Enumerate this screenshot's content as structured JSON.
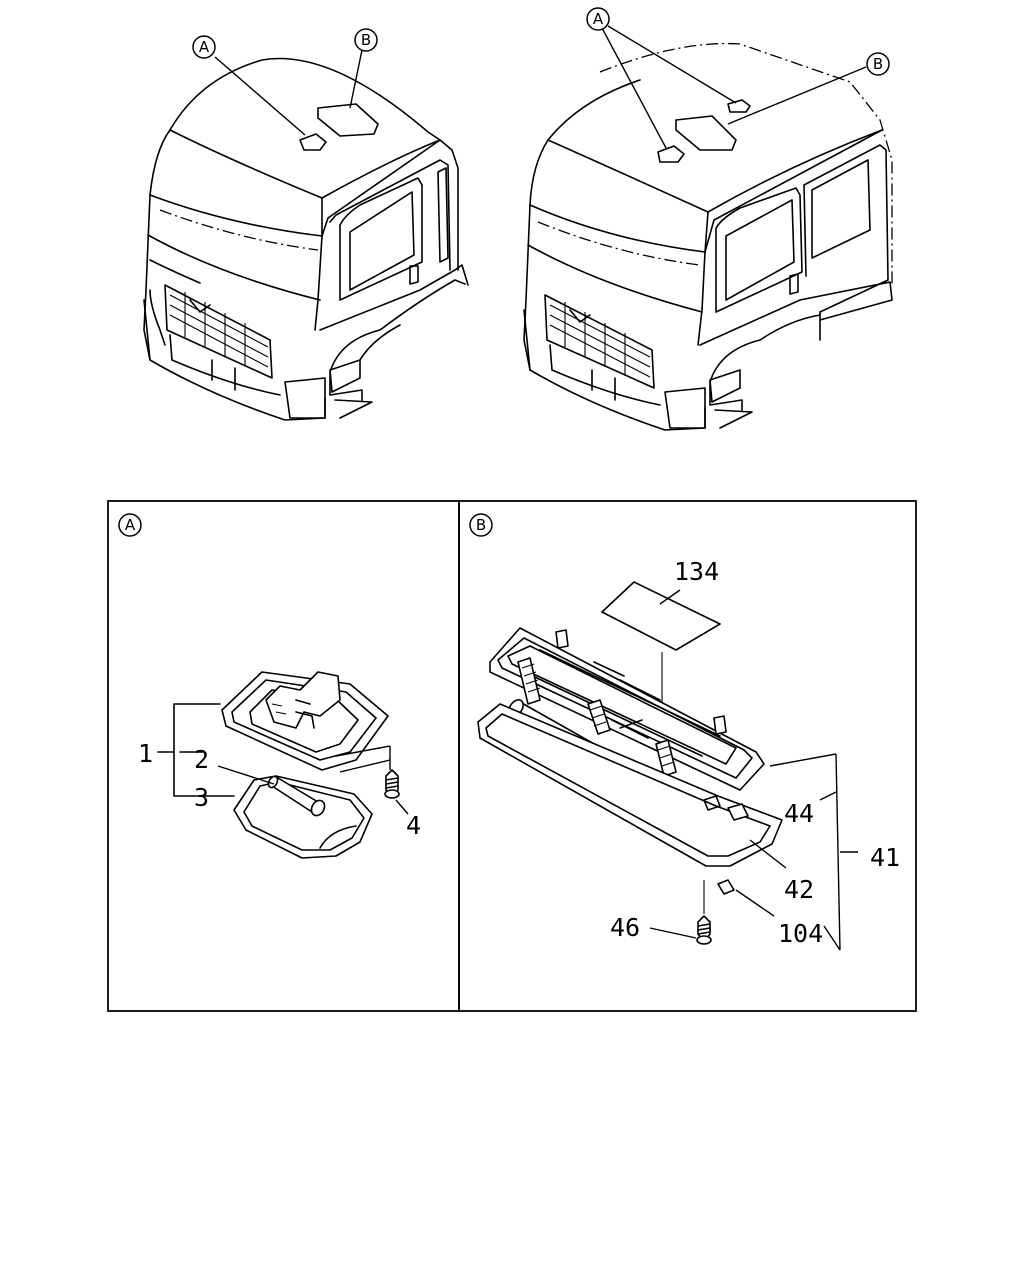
{
  "callouts": {
    "a": "A",
    "b": "B"
  },
  "detail_a": {
    "label": "A",
    "parts": {
      "p1": "1",
      "p2": "2",
      "p3": "3",
      "p4": "4"
    }
  },
  "detail_b": {
    "label": "B",
    "parts": {
      "p134": "134",
      "p44": "44",
      "p41": "41",
      "p42": "42",
      "p46": "46",
      "p104": "104"
    }
  }
}
